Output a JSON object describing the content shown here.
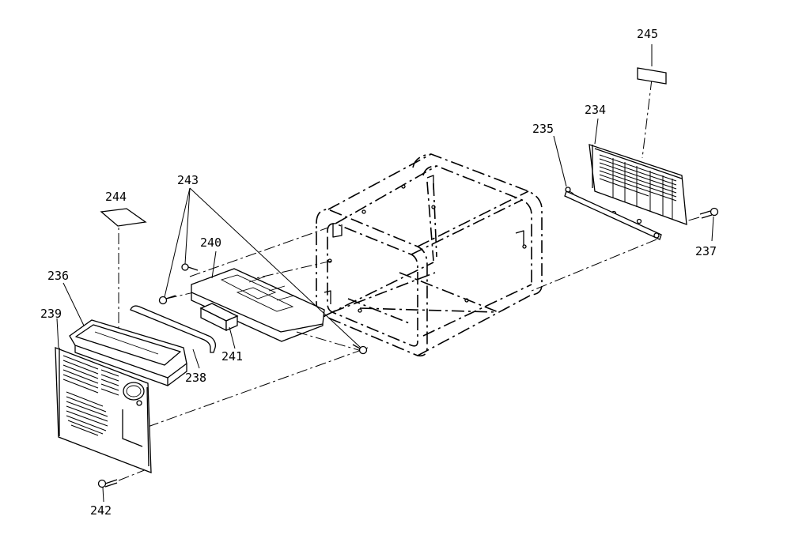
{
  "diagram": {
    "type": "exploded-parts-view",
    "callouts": {
      "c245": "245",
      "c234": "234",
      "c235": "235",
      "c237": "237",
      "c243": "243",
      "c244": "244",
      "c240": "240",
      "c236": "236",
      "c239": "239",
      "c241": "241",
      "c238": "238",
      "c242": "242"
    }
  }
}
